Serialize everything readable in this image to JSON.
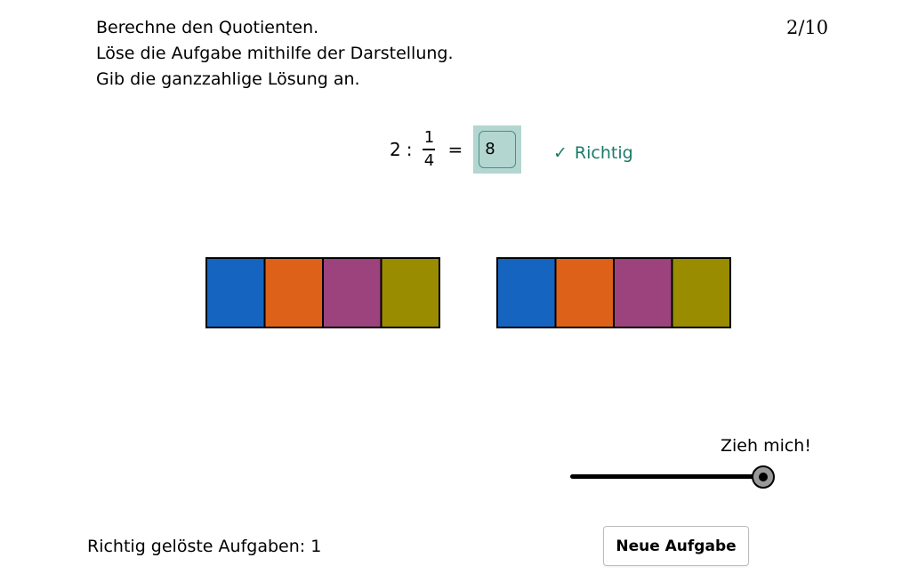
{
  "instructions": {
    "line1": "Berechne den Quotienten.",
    "line2": "Löse die Aufgabe mithilfe der Darstellung.",
    "line3": "Gib die ganzzahlige Lösung an."
  },
  "counter": "2/10",
  "equation": {
    "dividend": "2",
    "operator": ":",
    "numerator": "1",
    "denominator": "4",
    "equals": "=",
    "answer_value": "8"
  },
  "feedback": {
    "icon": "check-icon",
    "symbol": "✓",
    "text": "Richtig",
    "color": "#1a7a68"
  },
  "bars": {
    "rectangle_count": 2,
    "parts_per_rectangle": 4,
    "part_colors": [
      "#1565c0",
      "#dd6119",
      "#9c437d",
      "#998c00"
    ]
  },
  "slider": {
    "label": "Zieh mich!",
    "value": 1.0
  },
  "score": "Richtig gelöste Aufgaben: 1",
  "new_task_label": "Neue Aufgabe",
  "colors": {
    "answer_box_bg": "#b3d6d0",
    "answer_box_border": "#4a8f85"
  }
}
